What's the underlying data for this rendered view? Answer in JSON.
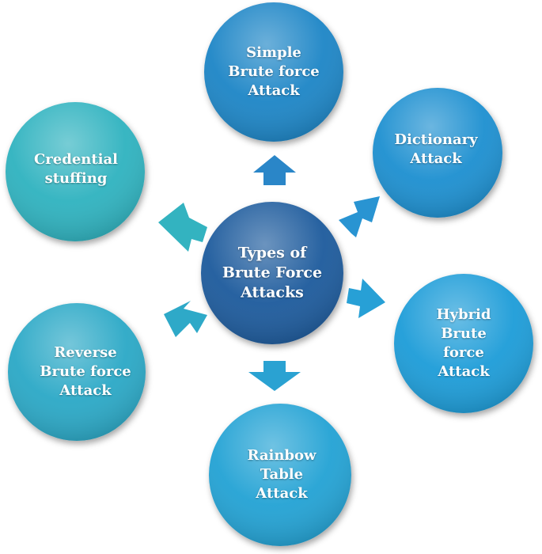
{
  "center": {
    "label": "Types of\nBrute Force\nAttacks",
    "color": "#1c5a9c"
  },
  "nodes": [
    {
      "id": "simple",
      "label": "Simple\nBrute force\nAttack",
      "color": "#1f85c6"
    },
    {
      "id": "dictionary",
      "label": "Dictionary\nAttack",
      "color": "#1a8fd0"
    },
    {
      "id": "hybrid",
      "label": "Hybrid\nBrute force\nAttack",
      "color": "#1e9cd8"
    },
    {
      "id": "rainbow",
      "label": "Rainbow\nTable\nAttack",
      "color": "#22a2d4"
    },
    {
      "id": "reverse",
      "label": "Reverse\nBrute force\nAttack",
      "color": "#2aa8c6"
    },
    {
      "id": "credential",
      "label": "Credential\nstuffing",
      "color": "#2fb2bf"
    }
  ]
}
